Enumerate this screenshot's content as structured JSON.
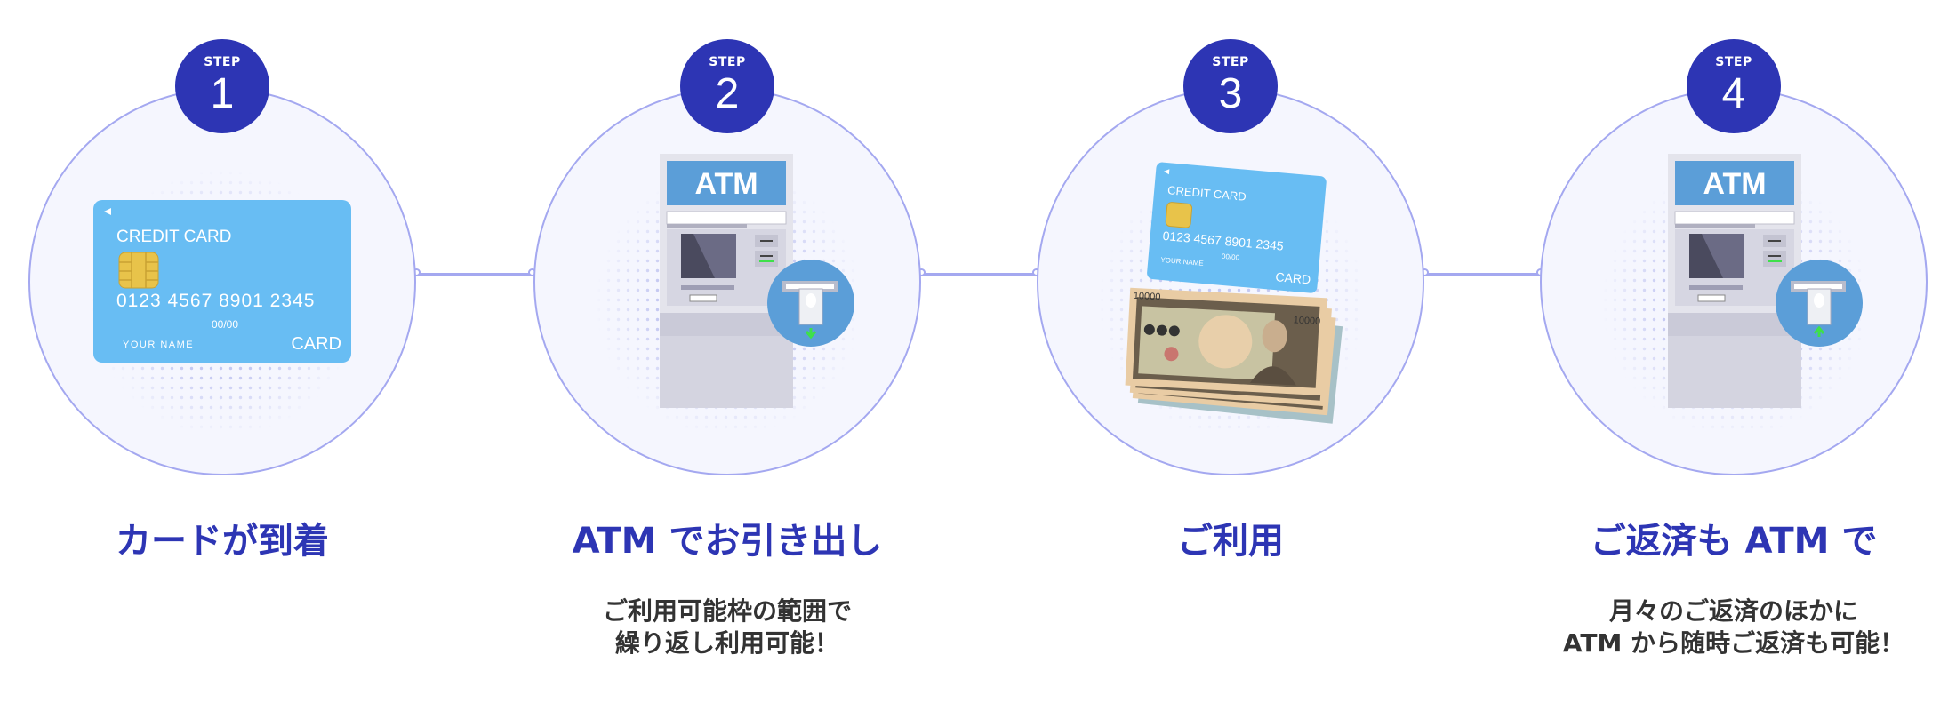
{
  "colors": {
    "accent": "#2d35b4",
    "ring": "#a4a8f0",
    "circle_bg": "#f5f6fe",
    "card": "#68bdf3",
    "atm_blue": "#5b9ed8",
    "text_dark": "#333333"
  },
  "steps": [
    {
      "badge_label": "STEP",
      "number": "1",
      "title": "カードが到着",
      "lines": []
    },
    {
      "badge_label": "STEP",
      "number": "2",
      "title": "ATM でお引き出し",
      "lines": [
        "ご利用可能枠の範囲で",
        "繰り返し利用可能！"
      ]
    },
    {
      "badge_label": "STEP",
      "number": "3",
      "title": "ご利用",
      "lines": []
    },
    {
      "badge_label": "STEP",
      "number": "4",
      "title": "ご返済も ATM で",
      "lines": [
        "月々のご返済のほかに",
        "ATM から随時ご返済も可能！"
      ]
    }
  ],
  "card": {
    "heading": "CREDIT CARD",
    "number": "0123 4567 8901 2345",
    "expiry": "00/00",
    "name": "YOUR NAME",
    "brand": "CARD"
  },
  "atm": {
    "label": "ATM"
  },
  "bill": {
    "denomination": "10000"
  }
}
